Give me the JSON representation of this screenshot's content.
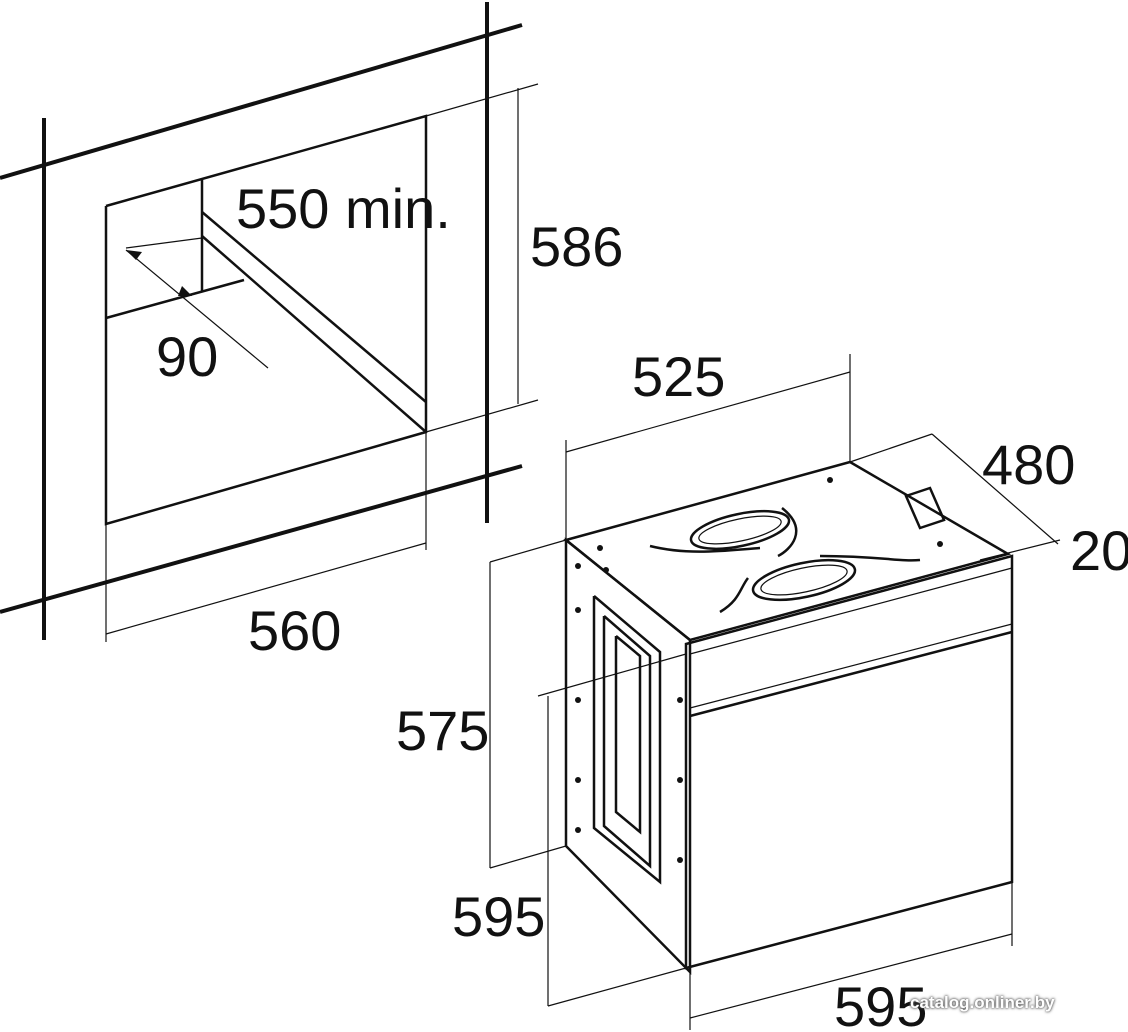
{
  "dimensions": {
    "niche_depth": "550 min.",
    "niche_height": "586",
    "niche_gap": "90",
    "niche_width": "560",
    "oven_depth": "525",
    "oven_top_depth": "480",
    "front_offset": "20",
    "oven_body_height": "575",
    "oven_front_height": "595",
    "oven_width": "595"
  },
  "watermark": "catalog.onliner.by"
}
